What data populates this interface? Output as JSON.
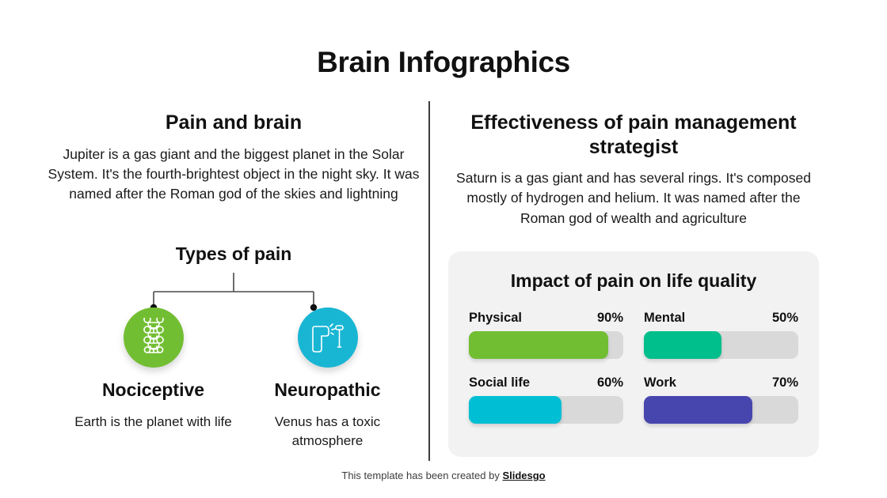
{
  "title": "Brain Infographics",
  "left": {
    "heading": "Pain and brain",
    "paragraph": "Jupiter is a gas giant and the biggest planet in the Solar System. It's the fourth-brightest object in the night sky. It was named after the Roman god of the skies and lightning",
    "types_heading": "Types of pain",
    "nodes": [
      {
        "label": "Nociceptive",
        "description": "Earth is the planet with life",
        "color": "#72be33",
        "icon": "spine-icon"
      },
      {
        "label": "Neuropathic",
        "description": "Venus has a toxic atmosphere",
        "color": "#19b6d4",
        "icon": "knee-reflex-hammer-icon"
      }
    ]
  },
  "right": {
    "heading": "Effectiveness of pain management strategist",
    "paragraph": "Saturn is a gas giant and has several rings. It's composed mostly of hydrogen and helium. It was named after the Roman god of wealth and agriculture",
    "card": {
      "title": "Impact of pain on life quality",
      "track_color": "#d9d9d9",
      "background": "#f2f2f2"
    }
  },
  "footer": {
    "text": "This template has been created by ",
    "brand": "Slidesgo"
  },
  "chart_data": {
    "type": "bar",
    "title": "Impact of pain on life quality",
    "xlabel": "",
    "ylabel": "",
    "ylim": [
      0,
      100
    ],
    "unit": "%",
    "categories": [
      "Physical",
      "Mental",
      "Social life",
      "Work"
    ],
    "values": [
      90,
      50,
      60,
      70
    ],
    "value_labels": [
      "90%",
      "50%",
      "60%",
      "70%"
    ],
    "colors": [
      "#72be33",
      "#00bf8c",
      "#00bfd4",
      "#4745ae"
    ],
    "grid": false,
    "legend": "none",
    "orientation": "horizontal",
    "layout": "2x2-grid"
  }
}
